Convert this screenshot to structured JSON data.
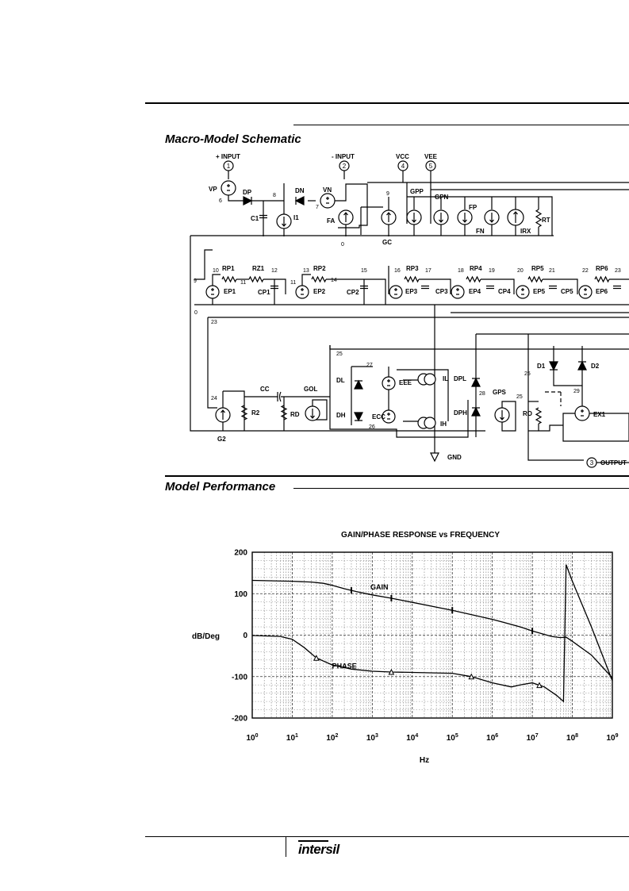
{
  "sections": {
    "schematic_title": "Macro-Model Schematic",
    "performance_title": "Model Performance"
  },
  "schematic": {
    "pin_labels": [
      "+ INPUT",
      "- INPUT",
      "VCC",
      "VEE",
      "OUTPUT",
      "GND"
    ],
    "pin_numbers": [
      "1",
      "2",
      "4",
      "5",
      "3"
    ],
    "component_labels": [
      "VP",
      "DP",
      "DN",
      "VN",
      "C1",
      "I1",
      "FA",
      "GPP",
      "GPN",
      "GC",
      "FP",
      "FN",
      "IRX",
      "RT",
      "RP1",
      "RZ1",
      "RP2",
      "RP3",
      "RP4",
      "RP5",
      "RP6",
      "EP1",
      "EP2",
      "EP3",
      "EP4",
      "EP5",
      "EP6",
      "CP1",
      "CP2",
      "CP3",
      "CP4",
      "CP5",
      "CC",
      "GOL",
      "R2",
      "RD",
      "G2",
      "DL",
      "DH",
      "EEE",
      "ECC",
      "IL",
      "IH",
      "DPL",
      "DPH",
      "GPS",
      "RO",
      "D1",
      "D2",
      "EX1"
    ],
    "node_labels": [
      "6",
      "8",
      "7",
      "9",
      "0",
      "10",
      "11",
      "12",
      "13",
      "14",
      "15",
      "16",
      "17",
      "18",
      "19",
      "20",
      "21",
      "22",
      "23",
      "24",
      "25",
      "26",
      "27",
      "28",
      "29"
    ]
  },
  "chart_data": {
    "type": "line",
    "title": "GAIN/PHASE RESPONSE vs FREQUENCY",
    "xlabel": "Hz",
    "ylabel": "dB/Deg",
    "x_scale": "log",
    "xlim": [
      1,
      1000000000
    ],
    "ylim": [
      -200,
      200
    ],
    "x_tick_labels": [
      "10^0",
      "10^1",
      "10^2",
      "10^3",
      "10^4",
      "10^5",
      "10^6",
      "10^7",
      "10^8",
      "10^9"
    ],
    "y_tick_labels": [
      "200",
      "100",
      "0",
      "-100",
      "-200"
    ],
    "grid": true,
    "series": [
      {
        "name": "GAIN",
        "x": [
          1,
          10,
          30,
          60,
          100,
          200,
          400,
          1000,
          3000,
          10000,
          100000,
          1000000,
          5000000,
          10000000,
          30000000,
          50000000,
          70000000,
          100000000,
          300000000,
          1000000000
        ],
        "y": [
          132,
          130,
          128,
          125,
          120,
          112,
          105,
          97,
          89,
          79,
          60,
          38,
          20,
          10,
          -3,
          -6,
          -5,
          -15,
          -48,
          -103
        ]
      },
      {
        "name": "PHASE",
        "x": [
          1,
          5,
          10,
          20,
          40,
          100,
          300,
          1000,
          3000,
          10000,
          100000,
          300000,
          1000000,
          3000000,
          5000000,
          10000000,
          20000000,
          40000000,
          60000000,
          70000000,
          100000000,
          300000000,
          1000000000
        ],
        "y": [
          -1,
          -3,
          -10,
          -30,
          -55,
          -72,
          -82,
          -87,
          -89,
          -90,
          -92,
          -100,
          -115,
          -125,
          -120,
          -115,
          -125,
          -145,
          -160,
          170,
          130,
          20,
          -110
        ]
      }
    ],
    "annotations": [
      "GAIN",
      "PHASE"
    ]
  },
  "footer": {
    "logo_text": "intersil"
  }
}
